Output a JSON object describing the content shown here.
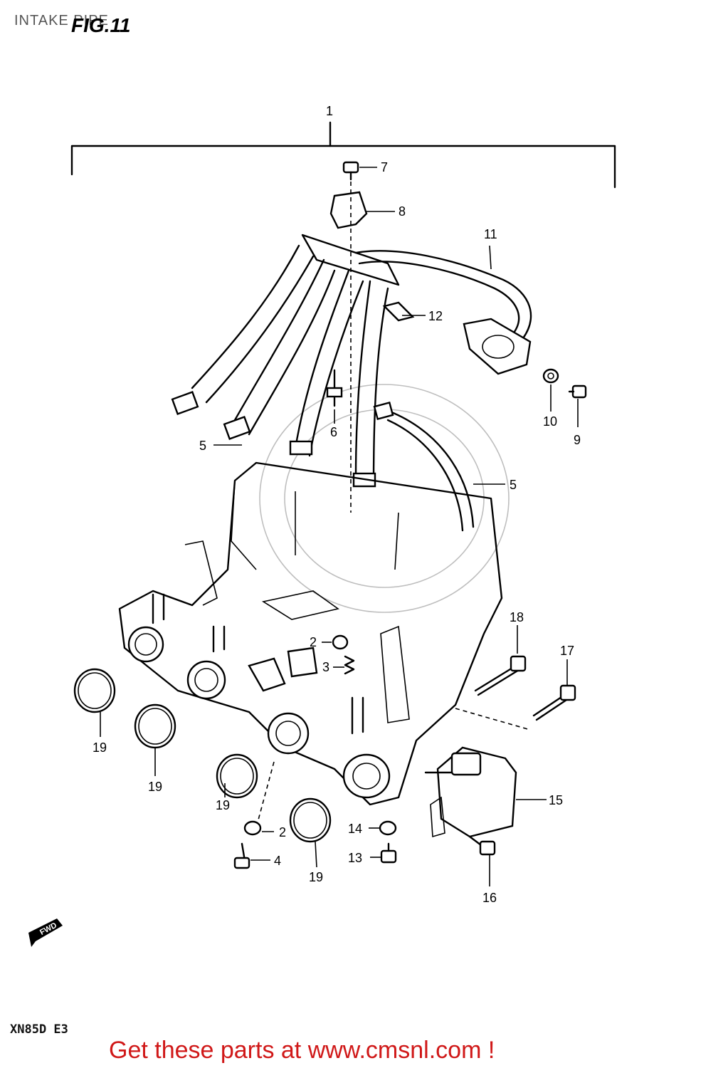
{
  "header": {
    "title": "INTAKE PIPE",
    "figure": "FIG.11"
  },
  "footer": {
    "model": "XN85D  E3",
    "promo": "Get these parts at www.cmsnl.com !"
  },
  "fwd_label": "FWD",
  "callouts": [
    "1",
    "2",
    "3",
    "4",
    "5",
    "6",
    "7",
    "8",
    "9",
    "10",
    "11",
    "12",
    "13",
    "14",
    "15",
    "16",
    "17",
    "18",
    "19"
  ],
  "colors": {
    "promo": "#d01818",
    "line": "#000000"
  }
}
